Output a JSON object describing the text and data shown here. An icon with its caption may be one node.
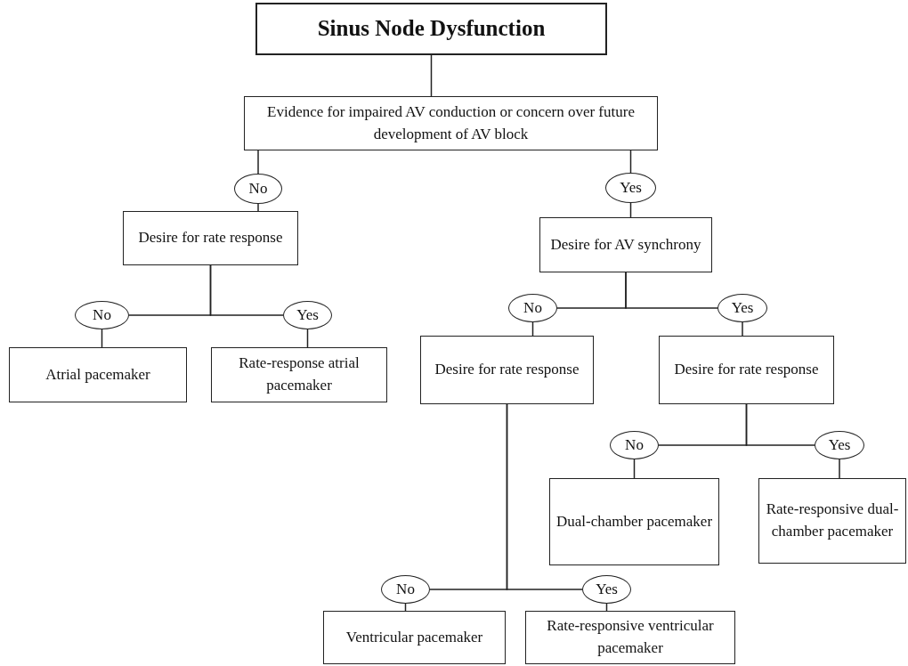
{
  "diagram": {
    "nodes": [
      {
        "text": [
          "Sinus Node Dysfunction"
        ]
      },
      {
        "text": [
          "Evidence for impaired AV conduction or concern over future development of AV block"
        ]
      },
      {
        "text": [
          "No"
        ]
      },
      {
        "text": [
          "Yes"
        ]
      },
      {
        "text": [
          "Desire for rate response"
        ]
      },
      {
        "text": [
          "Desire for AV synchrony"
        ]
      },
      {
        "text": [
          "No"
        ]
      },
      {
        "text": [
          "Yes"
        ]
      },
      {
        "text": [
          "Atrial pacemaker"
        ]
      },
      {
        "text": [
          "Rate-response atrial pacemaker"
        ]
      },
      {
        "text": [
          "No"
        ]
      },
      {
        "text": [
          "Yes"
        ]
      },
      {
        "text": [
          "Desire for rate response"
        ]
      },
      {
        "text": [
          "Desire for rate response"
        ]
      },
      {
        "text": [
          "No"
        ]
      },
      {
        "text": [
          "Yes"
        ]
      },
      {
        "text": [
          "Dual-chamber pacemaker"
        ]
      },
      {
        "text": [
          "Rate-responsive dual-chamber pacemaker"
        ]
      },
      {
        "text": [
          "No"
        ]
      },
      {
        "text": [
          "Yes"
        ]
      },
      {
        "text": [
          "Ventricular pacemaker"
        ]
      },
      {
        "text": [
          "Rate-responsive ventricular pacemaker"
        ]
      }
    ],
    "edges": [
      {
        "from": 0,
        "to": 1,
        "arrow": "none"
      },
      {
        "from": 1,
        "to": 2,
        "arrow": "none"
      },
      {
        "from": 1,
        "to": 3,
        "arrow": "none"
      },
      {
        "from": 2,
        "to": 4,
        "arrow": "none"
      },
      {
        "from": 3,
        "to": 5,
        "arrow": "none"
      },
      {
        "from": 4,
        "to": 6,
        "arrow": "none"
      },
      {
        "from": 4,
        "to": 7,
        "arrow": "none"
      },
      {
        "from": 6,
        "to": 8,
        "arrow": "none"
      },
      {
        "from": 7,
        "to": 9,
        "arrow": "none"
      },
      {
        "from": 5,
        "to": 10,
        "arrow": "none"
      },
      {
        "from": 5,
        "to": 11,
        "arrow": "none"
      },
      {
        "from": 10,
        "to": 12,
        "arrow": "none"
      },
      {
        "from": 11,
        "to": 13,
        "arrow": "none"
      },
      {
        "from": 13,
        "to": 14,
        "arrow": "none"
      },
      {
        "from": 13,
        "to": 15,
        "arrow": "none"
      },
      {
        "from": 14,
        "to": 16,
        "arrow": "none"
      },
      {
        "from": 15,
        "to": 17,
        "arrow": "none"
      },
      {
        "from": 12,
        "to": 18,
        "arrow": "none"
      },
      {
        "from": 12,
        "to": 19,
        "arrow": "none"
      },
      {
        "from": 18,
        "to": 20,
        "arrow": "none"
      },
      {
        "from": 19,
        "to": 21,
        "arrow": "none"
      }
    ]
  }
}
